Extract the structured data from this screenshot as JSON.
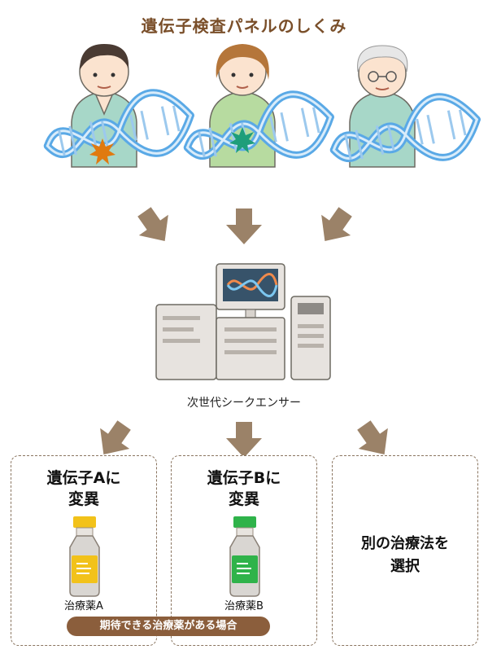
{
  "title": "遺伝子検査パネルのしくみ",
  "sequencer_label": "次世代シークエンサー",
  "panels": [
    {
      "heading": "遺伝子Aに\n変異",
      "drug_label": "治療薬A",
      "cap_color": "#f2c21a",
      "label_color": "#f6d23a"
    },
    {
      "heading": "遺伝子Bに\n変異",
      "drug_label": "治療薬B",
      "cap_color": "#2fb34a",
      "label_color": "#3cbf55"
    },
    {
      "heading": "別の治療法を\n選択"
    }
  ],
  "banner": "期待できる治療薬がある場合",
  "colors": {
    "title": "#7a4f2a",
    "arrow": "#9b8268",
    "mutation_a": "#e07a10",
    "mutation_b": "#1e9e7a",
    "dna_blue": "#5aa9e6"
  },
  "icons": [
    "patient-man-icon",
    "patient-woman-icon",
    "patient-elder-icon",
    "dna-helix-icon",
    "mutation-star-icon",
    "sequencer-computer-icon",
    "medicine-bottle-icon"
  ]
}
